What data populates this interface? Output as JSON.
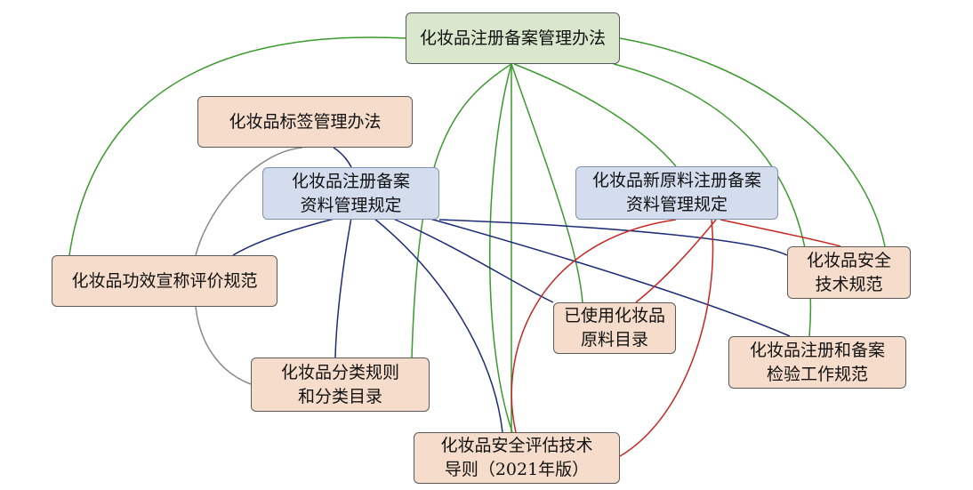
{
  "nodes": {
    "root": {
      "label": "化妆品注册备案管理办法"
    },
    "label_rules": {
      "label": "化妆品标签管理办法"
    },
    "data_rules": {
      "label": "化妆品注册备案\n资料管理规定"
    },
    "new_raw": {
      "label": "化妆品新原料注册备案\n资料管理规定"
    },
    "efficacy": {
      "label": "化妆品功效宣称评价规范"
    },
    "safety_tech": {
      "label": "化妆品安全\n技术规范"
    },
    "used_raw": {
      "label": "已使用化妆品\n原料目录"
    },
    "inspection": {
      "label": "化妆品注册和备案\n检验工作规范"
    },
    "classification": {
      "label": "化妆品分类规则\n和分类目录"
    },
    "safety_assess": {
      "label": "化妆品安全评估技术\n导则（2021年版）"
    }
  },
  "colors": {
    "root_links": "#3a9a2c",
    "data_rules_links": "#1c2a78",
    "new_raw_links": "#c8261f",
    "label_links": "#8a8a8a"
  }
}
